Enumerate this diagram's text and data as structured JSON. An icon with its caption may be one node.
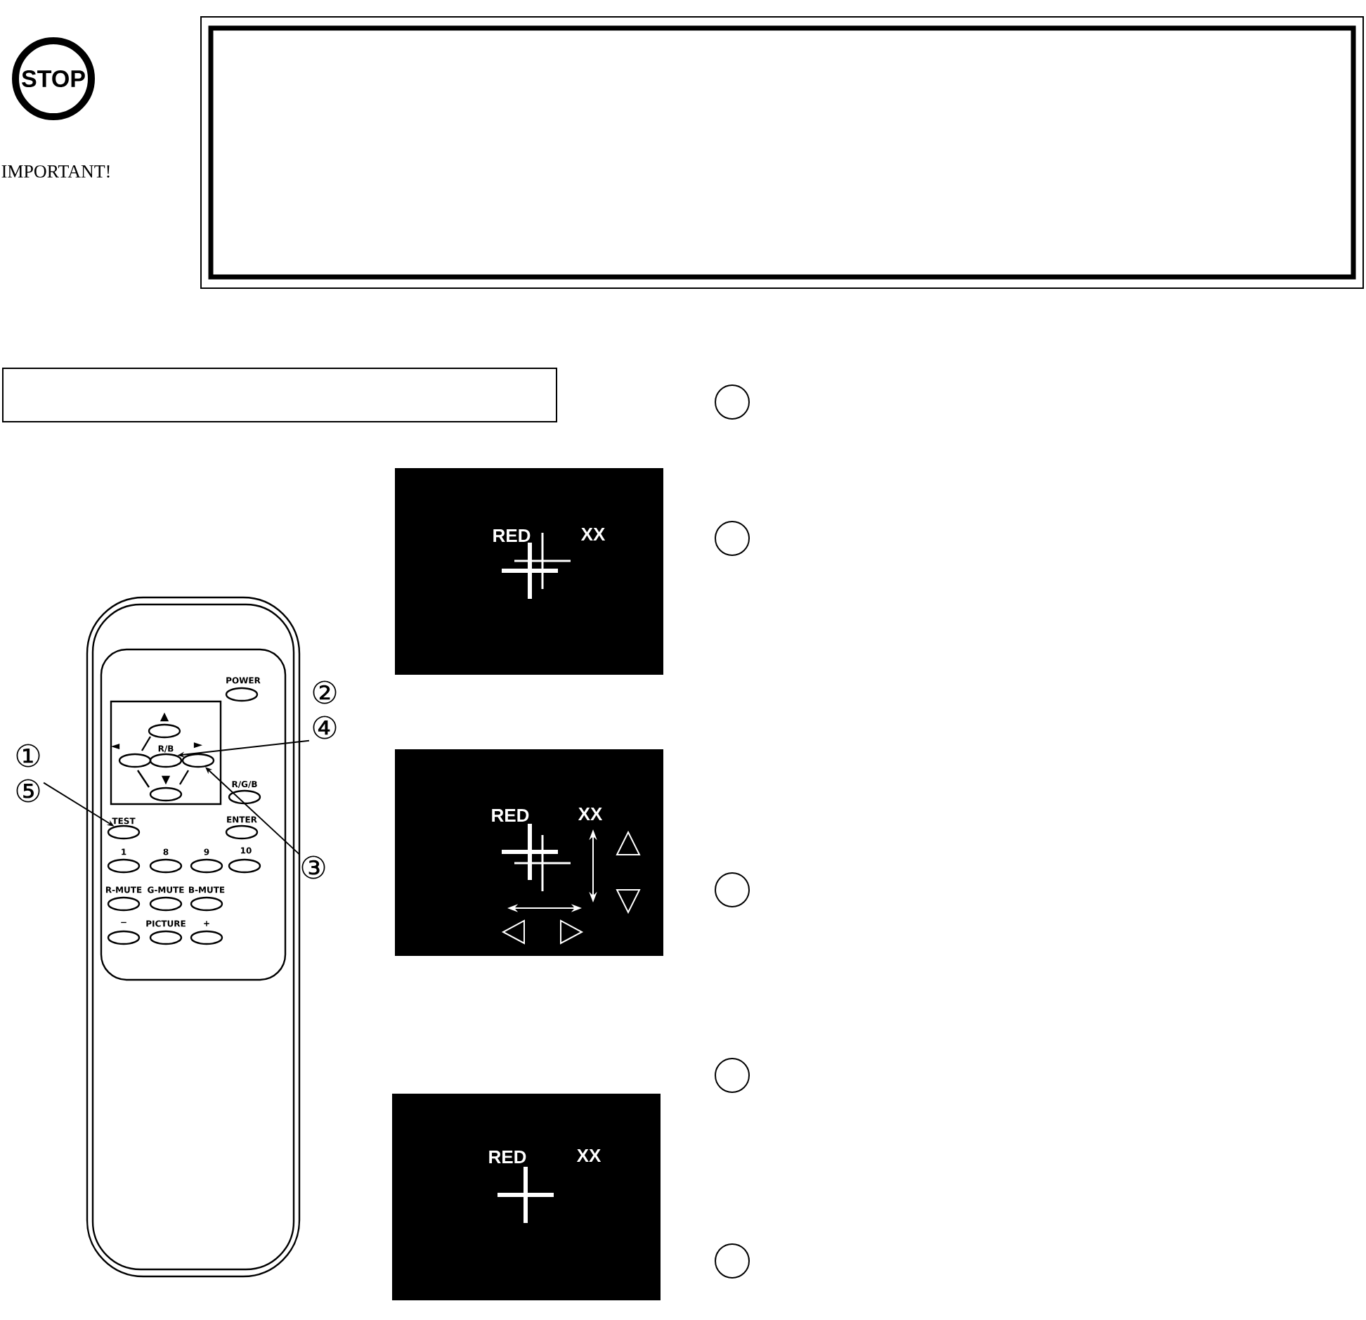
{
  "diagram": {
    "nodes": [
      {
        "text": [
          "STOP"
        ],
        "beside": [
          "IMPORTANT!"
        ]
      },
      {
        "text": [],
        "shape": "box"
      },
      {
        "text": [],
        "shape": "box"
      },
      {
        "text": [],
        "shape": "circle"
      },
      {
        "text": [],
        "shape": "circle"
      },
      {
        "text": [],
        "shape": "circle"
      },
      {
        "text": [],
        "shape": "circle"
      },
      {
        "text": [],
        "shape": "circle"
      },
      {
        "text": [
          "②",
          "④"
        ]
      },
      {
        "text": [
          "①",
          "⑤"
        ]
      },
      {
        "text": [
          "R/B"
        ]
      },
      {
        "text": [
          "►"
        ]
      },
      {
        "text": [
          "TEST"
        ]
      },
      {
        "text": [
          "③"
        ]
      }
    ],
    "edges": [
      {
        "from": 9,
        "to": 12,
        "arrow": "to"
      },
      {
        "from": 8,
        "to": 10,
        "arrow": "to"
      },
      {
        "from": 13,
        "to": 11,
        "arrow": "to"
      }
    ],
    "labels": [
      "POWER",
      "▲",
      "◄",
      "▼",
      "R/G/B",
      "ENTER",
      "1",
      "8",
      "9",
      "10",
      "R-MUTE",
      "G-MUTE",
      "B-MUTE",
      "−",
      "PICTURE",
      "+",
      "RED",
      "XX",
      "RED",
      "XX",
      "RED",
      "XX"
    ]
  }
}
